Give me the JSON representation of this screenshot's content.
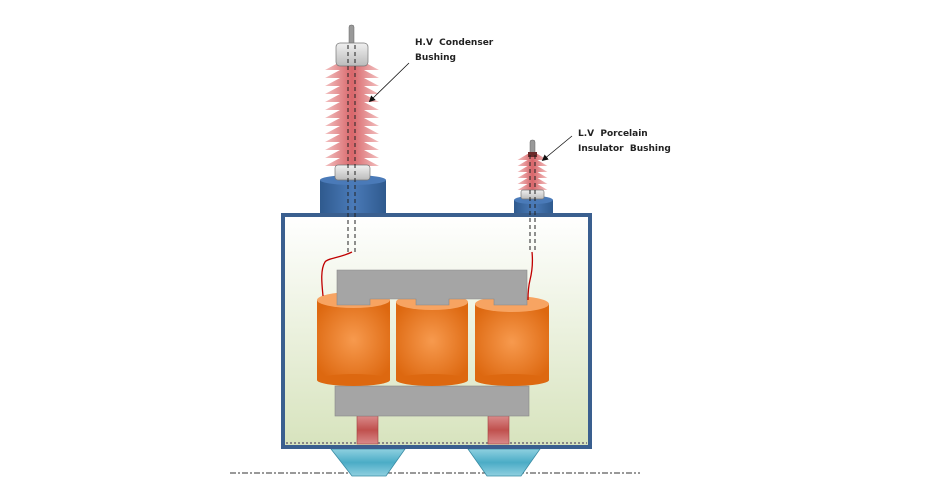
{
  "labels": {
    "hv_line1": "H.V  Condenser",
    "hv_line2": "Bushing",
    "lv_line1": "L.V  Porcelain",
    "lv_line2": "Insulator  Bushing"
  },
  "colors": {
    "tank_border": "#3a5f8f",
    "bushing_base": "#3f6fa8",
    "insulator_sheds": "#d9666a",
    "coils": "#e8761e",
    "core": "#a5a5a5",
    "supports": "#c0504d",
    "feet": "#4bacc6",
    "oil": "#d8e4bf",
    "leads": "#c00000"
  }
}
